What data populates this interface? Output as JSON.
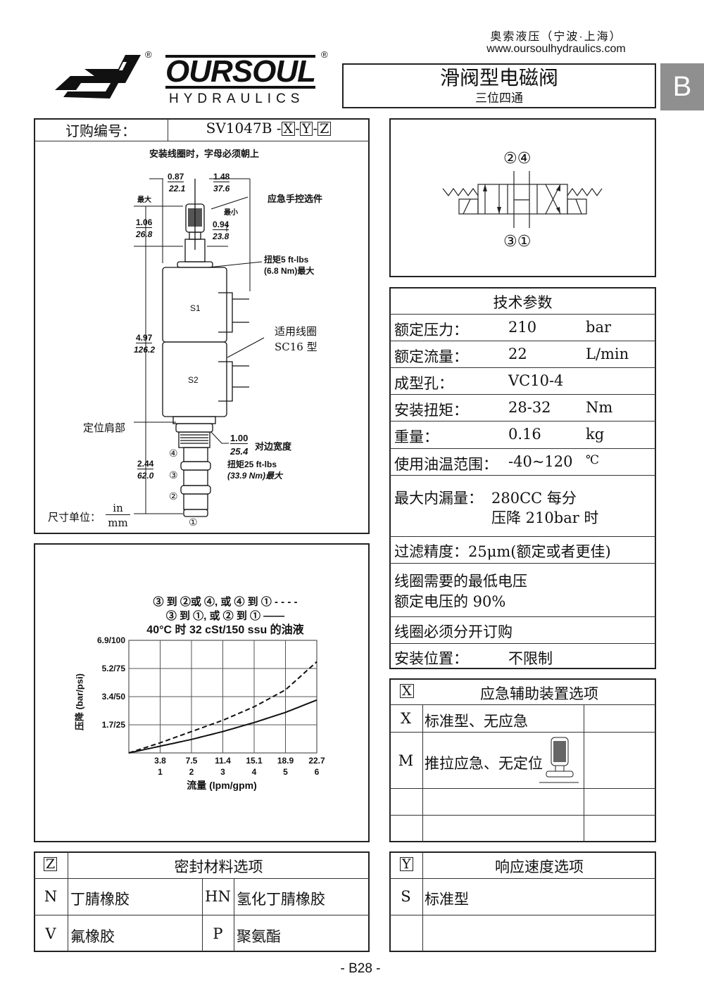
{
  "header": {
    "company_cn": "奥索液压（宁波·上海）",
    "website": "www.oursoulhydraulics.com",
    "logo_text": "OURSOUL",
    "logo_sub": "HYDRAULICS",
    "registered": "®",
    "title": "滑阀型电磁阀",
    "subtitle": "三位四通",
    "section_tab": "B"
  },
  "order": {
    "label": "订购编号：",
    "model": "SV1047B",
    "sep": "-",
    "opt_x": "X",
    "opt_y": "Y",
    "opt_z": "Z"
  },
  "drawing": {
    "note": "安装线圈时，字母必须朝上",
    "dim_087": "0.87",
    "dim_221": "22.1",
    "dim_148": "1.48",
    "dim_376": "37.6",
    "max": "最大",
    "min": "最小",
    "dim_106": "1.06",
    "dim_268": "26.8",
    "dim_094": "0.94",
    "dim_238": "23.8",
    "manual_option": "应急手控选件",
    "torque1_a": "扭矩5 ft-lbs",
    "torque1_b": "(6.8 Nm)最大",
    "s1": "S1",
    "s2": "S2",
    "coil_a": "适用线圈",
    "coil_b": "SC16 型",
    "dim_497": "4.97",
    "dim_1262": "126.2",
    "shoulder": "定位肩部",
    "dim_100": "1.00",
    "dim_254": "25.4",
    "across_flats": "对边宽度",
    "torque2_a": "扭矩25 ft-lbs",
    "torque2_b": "(33.9 Nm)最大",
    "dim_244": "2.44",
    "dim_620": "62.0",
    "port1": "①",
    "port2": "②",
    "port3": "③",
    "port4": "④",
    "units_label": "尺寸单位：",
    "units_in": "in",
    "units_mm": "mm"
  },
  "symbol": {
    "top": "②④",
    "bottom": "③①"
  },
  "specs": {
    "title": "技术参数",
    "rows": [
      {
        "label": "额定压力：",
        "value": "210",
        "unit": "bar"
      },
      {
        "label": "额定流量：",
        "value": "22",
        "unit": "L/min"
      },
      {
        "label": "成型孔：",
        "value": "VC10-4",
        "unit": ""
      },
      {
        "label": "安装扭矩：",
        "value": "28-32",
        "unit": "Nm"
      },
      {
        "label": "重量：",
        "value": "0.16",
        "unit": "kg"
      },
      {
        "label": "使用油温范围：",
        "value": "-40~120",
        "unit": "℃"
      }
    ],
    "leak_label": "最大内漏量：",
    "leak_1": "280CC 每分",
    "leak_2": "压降 210bar 时",
    "filter": "过滤精度：25μm(额定或者更佳)",
    "voltage_1": "线圈需要的最低电压",
    "voltage_2": "额定电压的 90%",
    "coil_order": "线圈必须分开订购",
    "mount_label": "安装位置：",
    "mount_value": "不限制"
  },
  "chart_data": {
    "type": "line",
    "title": "40°C 时 32 cSt/150 ssu 的油液",
    "legend": [
      "③ 到 ②或 ④, 或 ④ 到 ① - - - -",
      "③ 到 ①, 或 ② 到 ① ——"
    ],
    "xlabel": "流量 (lpm/gpm)",
    "ylabel": "压降 (bar/psi)",
    "x_ticks_lpm": [
      "3.8",
      "7.5",
      "11.4",
      "15.1",
      "18.9",
      "22.7"
    ],
    "x_ticks_gpm": [
      "1",
      "2",
      "3",
      "4",
      "5",
      "6"
    ],
    "y_ticks": [
      "1.7/25",
      "3.4/50",
      "5.2/75",
      "6.9/100"
    ],
    "xlim_gpm": [
      0,
      6
    ],
    "ylim_psi": [
      0,
      100
    ],
    "grid": true,
    "x": [
      0,
      1,
      2,
      3,
      4,
      5,
      6
    ],
    "series": [
      {
        "name": "③ 到 ②或 ④, 或 ④ 到 ①",
        "style": "dashed",
        "values": [
          0,
          9,
          19,
          29,
          41,
          56,
          81
        ]
      },
      {
        "name": "③ 到 ①, 或 ② 到 ①",
        "style": "solid",
        "values": [
          0,
          6,
          12,
          19,
          27,
          36,
          47
        ]
      }
    ]
  },
  "option_x": {
    "code": "X",
    "title": "应急辅助装置选项",
    "rows": [
      {
        "code": "X",
        "desc": "标准型、无应急"
      },
      {
        "code": "M",
        "desc": "推拉应急、无定位"
      }
    ]
  },
  "option_z": {
    "code": "Z",
    "title": "密封材料选项",
    "rows": [
      {
        "c1": "N",
        "d1": "丁腈橡胶",
        "c2": "HN",
        "d2": "氢化丁腈橡胶"
      },
      {
        "c1": "V",
        "d1": "氟橡胶",
        "c2": "P",
        "d2": "聚氨酯"
      }
    ]
  },
  "option_y": {
    "code": "Y",
    "title": "响应速度选项",
    "rows": [
      {
        "code": "S",
        "desc": "标准型"
      }
    ]
  },
  "footer": {
    "page": "- B28 -"
  }
}
